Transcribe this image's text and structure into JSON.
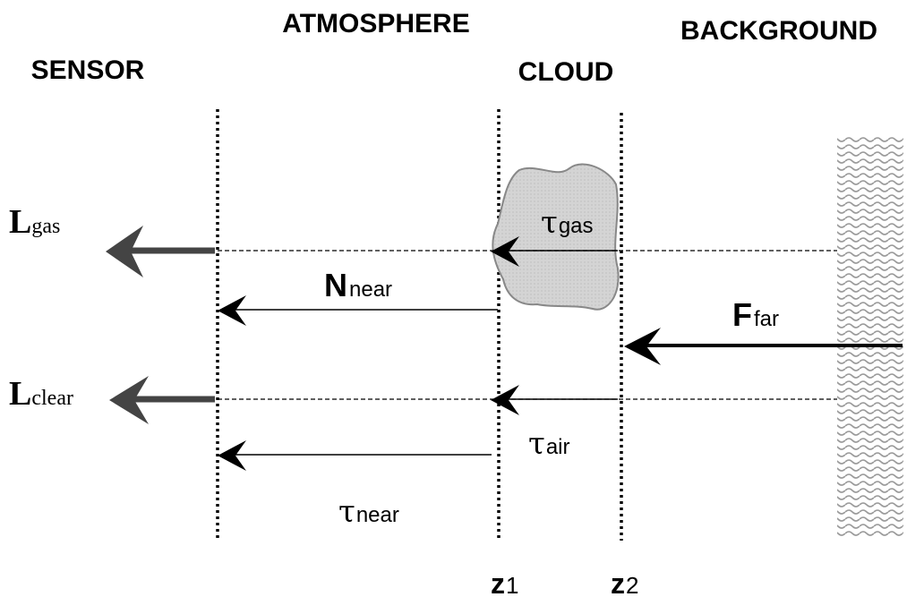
{
  "headers": {
    "sensor": "SENSOR",
    "atmosphere": "ATMOSPHERE",
    "cloud": "CLOUD",
    "background": "BACKGROUND"
  },
  "labels": {
    "l_gas": {
      "symbol": "L",
      "sub": "gas"
    },
    "l_clear": {
      "symbol": "L",
      "sub": "clear"
    },
    "n_near": {
      "symbol": "N",
      "sub": "near"
    },
    "f_far": {
      "symbol": "F",
      "sub": "far"
    },
    "tau_gas": {
      "symbol": "τ",
      "sub": "gas"
    },
    "tau_air": {
      "symbol": "τ",
      "sub": "air"
    },
    "tau_near": {
      "symbol": "τ",
      "sub": "near"
    },
    "z1": {
      "symbol": "z",
      "sub": "1"
    },
    "z2": {
      "symbol": "z",
      "sub": "2"
    }
  },
  "colors": {
    "ink": "#000000",
    "thick_arrow": "#444444",
    "plume_fill": "#d4d4d4",
    "plume_stroke": "#888888",
    "background_texture": "#9a9a9a"
  }
}
